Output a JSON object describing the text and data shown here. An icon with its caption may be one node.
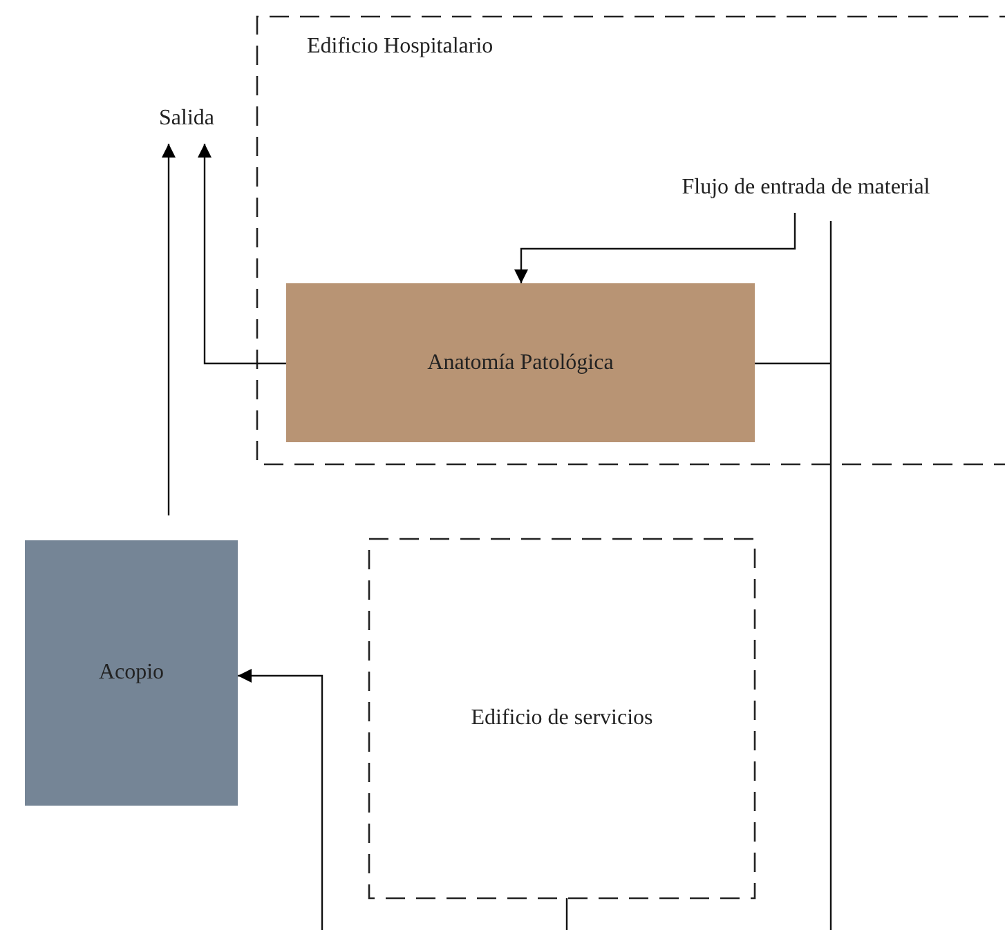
{
  "diagram": {
    "nodes": [
      {
        "text": [
          "Edificio Hospitalario"
        ]
      },
      {
        "text": [
          "Salida"
        ]
      },
      {
        "text": [
          "Flujo de entrada de material"
        ],
        "in": 0
      },
      {
        "text": [
          "Anatomía Patológica"
        ],
        "in": 0
      },
      {
        "text": [
          "Acopio"
        ]
      },
      {
        "text": [
          "Edificio de servicios"
        ]
      }
    ],
    "edges": [
      {
        "from": 2,
        "to": 3,
        "arrow": "to"
      },
      {
        "from": 3,
        "to": 1,
        "arrow": "to"
      },
      {
        "from": 4,
        "to": 1,
        "arrow": "to"
      },
      {
        "from": null,
        "to": 4,
        "arrow": "to"
      },
      {
        "from": 3,
        "to": null,
        "arrow": "none"
      },
      {
        "from": 5,
        "to": null,
        "arrow": "none"
      }
    ]
  }
}
